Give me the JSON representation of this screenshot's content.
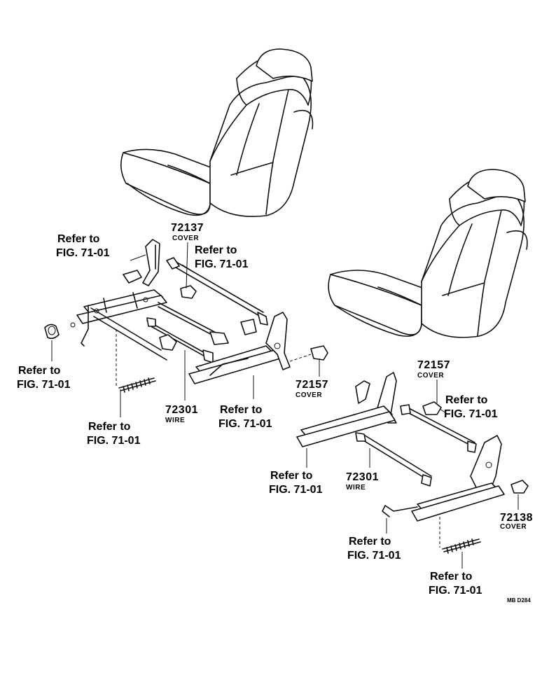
{
  "callouts": {
    "ref_top_left": [
      "Refer to",
      "FIG. 71-01"
    ],
    "ref_cable_top": [
      "Refer to",
      "FIG. 71-01"
    ],
    "ref_left": [
      "Refer to",
      "FIG. 71-01"
    ],
    "ref_spring_left": [
      "Refer to",
      "FIG. 71-01"
    ],
    "ref_rail_left": [
      "Refer to",
      "FIG. 71-01"
    ],
    "ref_right_top": [
      "Refer to",
      "FIG. 71-01"
    ],
    "ref_rail_right": [
      "Refer to",
      "FIG. 71-01"
    ],
    "ref_handle_right": [
      "Refer to",
      "FIG. 71-01"
    ],
    "ref_spring_right": [
      "Refer to",
      "FIG. 71-01"
    ]
  },
  "parts": {
    "p72137": {
      "number": "72137",
      "name": "COVER"
    },
    "p72301_left": {
      "number": "72301",
      "name": "WIRE"
    },
    "p72157_left": {
      "number": "72157",
      "name": "COVER"
    },
    "p72157_right": {
      "number": "72157",
      "name": "COVER"
    },
    "p72301_right": {
      "number": "72301",
      "name": "WIRE"
    },
    "p72138": {
      "number": "72138",
      "name": "COVER"
    }
  },
  "figure_code": "MB D284"
}
